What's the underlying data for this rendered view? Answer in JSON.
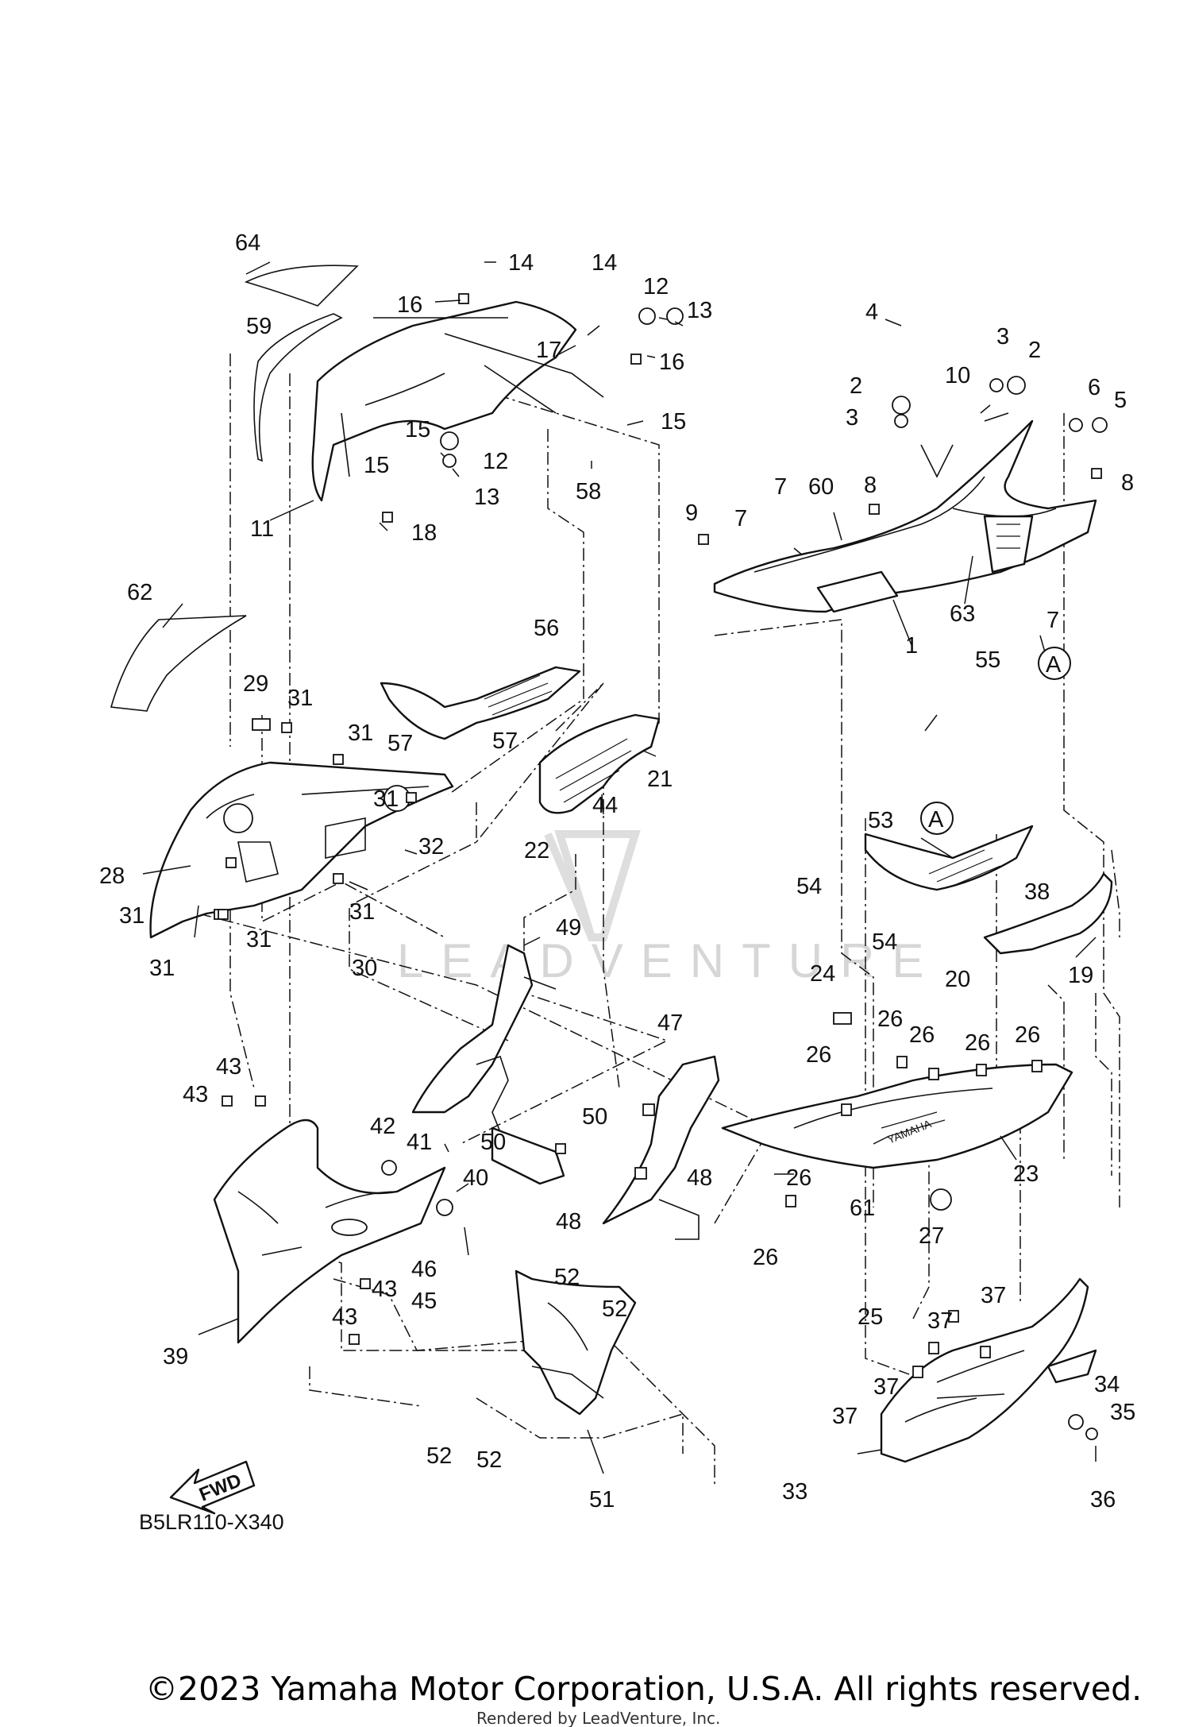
{
  "diagram": {
    "drawing_code": "B5LR110-X340",
    "fwd_label": "FWD",
    "detail_ref": "A",
    "watermark": "LEADVENTURE",
    "copyright": "©2023 Yamaha Motor Corporation, U.S.A. All rights reserved.",
    "rendered_by": "Rendered by LeadVenture, Inc.",
    "brand_mark": "YAMAHA",
    "callouts": [
      "1",
      "2",
      "3",
      "4",
      "5",
      "6",
      "7",
      "8",
      "9",
      "10",
      "11",
      "12",
      "13",
      "14",
      "15",
      "16",
      "17",
      "18",
      "19",
      "20",
      "21",
      "22",
      "23",
      "24",
      "25",
      "26",
      "27",
      "28",
      "29",
      "30",
      "31",
      "32",
      "33",
      "34",
      "35",
      "36",
      "37",
      "38",
      "39",
      "40",
      "41",
      "42",
      "43",
      "44",
      "45",
      "46",
      "47",
      "48",
      "49",
      "50",
      "51",
      "52",
      "53",
      "54",
      "55",
      "56",
      "57",
      "58",
      "59",
      "60",
      "61",
      "62",
      "63",
      "64"
    ]
  }
}
